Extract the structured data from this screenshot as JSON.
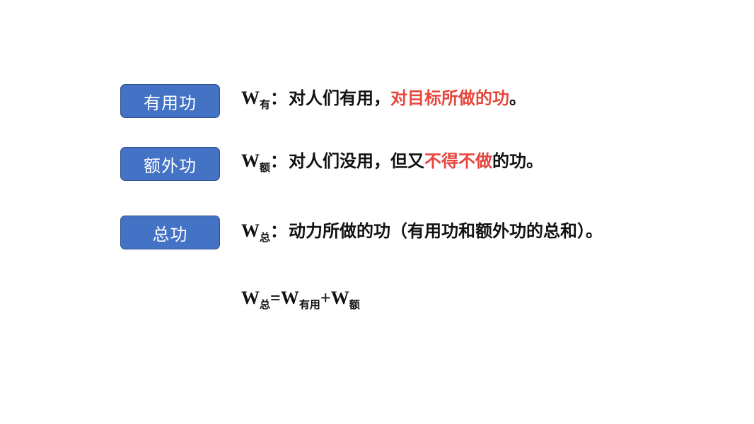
{
  "rows": [
    {
      "label": "有用功",
      "w": "W",
      "sub": "有",
      "colon": "：",
      "text_before": "对人们有用，",
      "text_red": "对目标所做的功",
      "text_after": "。"
    },
    {
      "label": "额外功",
      "w": "W",
      "sub": "额",
      "colon": "：",
      "text_before": "对人们没用，但又",
      "text_red": "不得不做",
      "text_after": "的功。"
    },
    {
      "label": "总功",
      "w": "W",
      "sub": "总",
      "colon": "：",
      "text": "动力所做的功（有用功和额外功的总和）。"
    }
  ],
  "formula": {
    "w1": "W",
    "sub1": "总",
    "eq": "=",
    "w2": "W",
    "sub2": "有用",
    "plus": "+",
    "w3": "W",
    "sub3": "额"
  },
  "colors": {
    "box_fill": "#4472c4",
    "highlight_red": "#e8453c"
  }
}
